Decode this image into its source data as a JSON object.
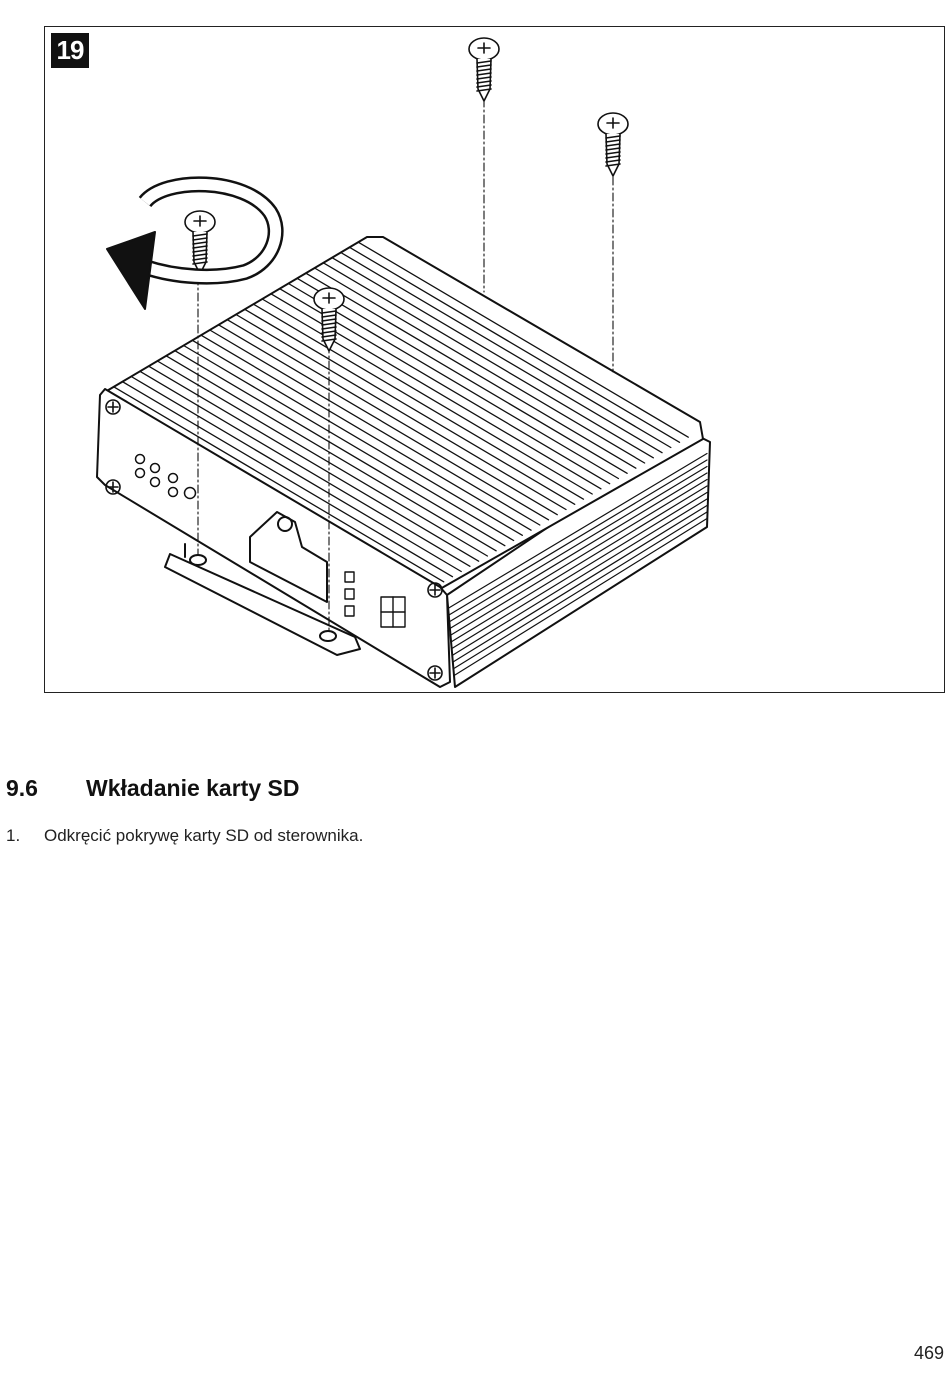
{
  "figure": {
    "number": "19"
  },
  "section": {
    "number": "9.6",
    "title": "Wkładanie karty SD"
  },
  "steps": [
    {
      "index": "1.",
      "text": "Odkręcić pokrywę karty SD od sterownika."
    }
  ],
  "page_number": "469"
}
